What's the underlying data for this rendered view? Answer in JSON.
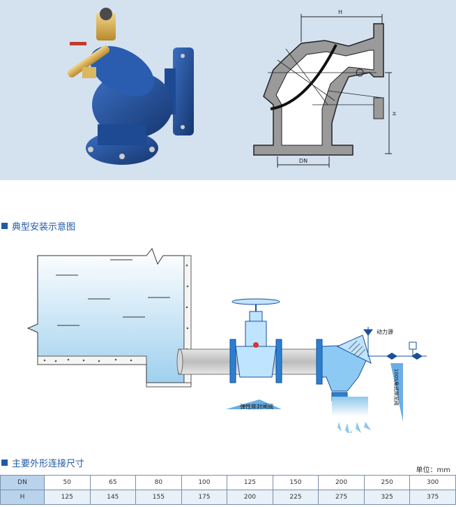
{
  "drawing": {
    "h_label": "H",
    "dn_label": "DN",
    "side_label": "H"
  },
  "section1": {
    "title": "典型安装示意图"
  },
  "diagram": {
    "power_source": "动力源",
    "gate_valve_label": "弹性座封闸阀",
    "angle_valve_label": "100S角式排泥阀"
  },
  "section2": {
    "title": "主要外形连接尺寸"
  },
  "unit": "单位：mm",
  "table": {
    "rows": [
      {
        "label": "DN",
        "values": [
          "50",
          "65",
          "80",
          "100",
          "125",
          "150",
          "200",
          "250",
          "300"
        ]
      },
      {
        "label": "H",
        "values": [
          "125",
          "145",
          "155",
          "175",
          "200",
          "225",
          "275",
          "325",
          "375"
        ]
      }
    ]
  },
  "colors": {
    "accent": "#1f5aa8",
    "valve_blue": "#1e4f9c",
    "panel_bg": "#d4e2f0",
    "water": "#c7e4f4"
  }
}
